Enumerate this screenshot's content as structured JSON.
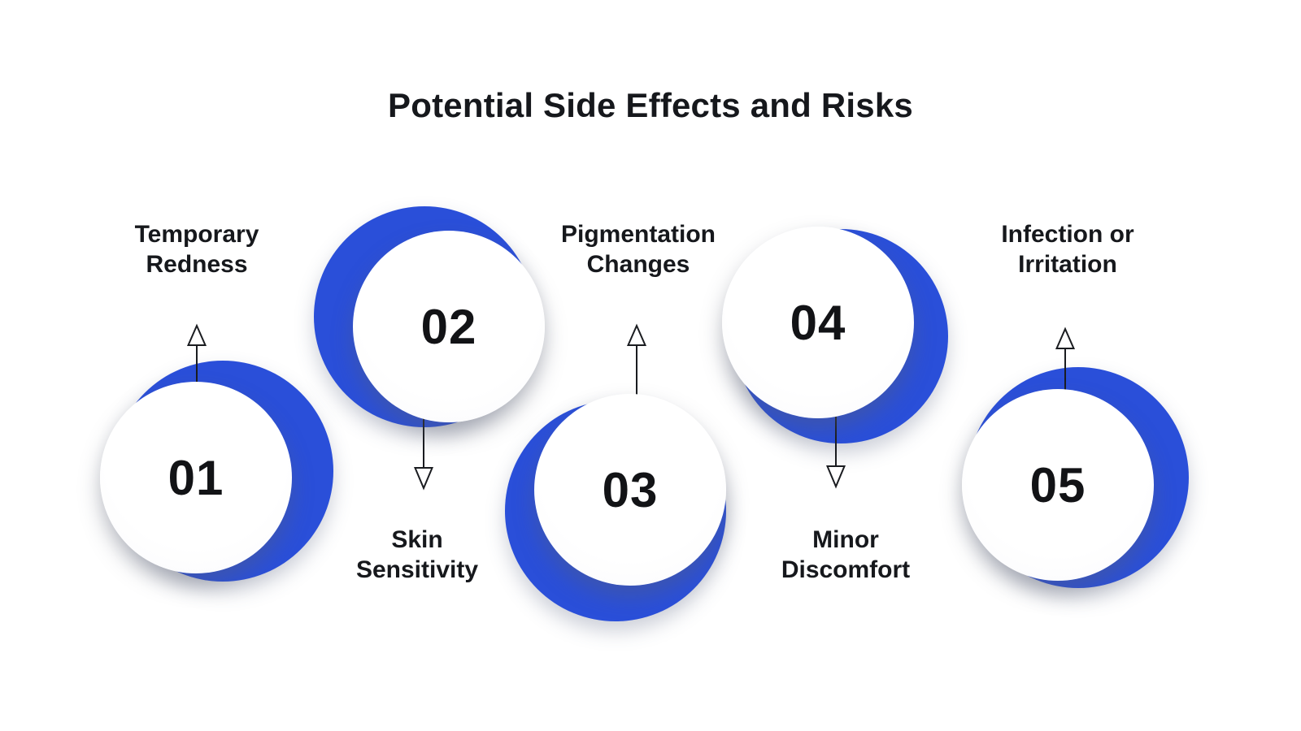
{
  "title": "Potential Side Effects and Risks",
  "theme": {
    "accent_blue": "#2a4fd9",
    "text_color": "#16181c",
    "background": "#ffffff"
  },
  "items": [
    {
      "number": "01",
      "label": "Temporary Redness",
      "label_lines": [
        "Temporary",
        "Redness"
      ],
      "label_position": "above"
    },
    {
      "number": "02",
      "label": "Skin Sensitivity",
      "label_lines": [
        "Skin",
        "Sensitivity"
      ],
      "label_position": "below"
    },
    {
      "number": "03",
      "label": "Pigmentation Changes",
      "label_lines": [
        "Pigmentation",
        "Changes"
      ],
      "label_position": "above"
    },
    {
      "number": "04",
      "label": "Minor Discomfort",
      "label_lines": [
        "Minor",
        "Discomfort"
      ],
      "label_position": "below"
    },
    {
      "number": "05",
      "label": "Infection or Irritation",
      "label_lines": [
        "Infection or",
        "Irritation"
      ],
      "label_position": "above"
    }
  ]
}
